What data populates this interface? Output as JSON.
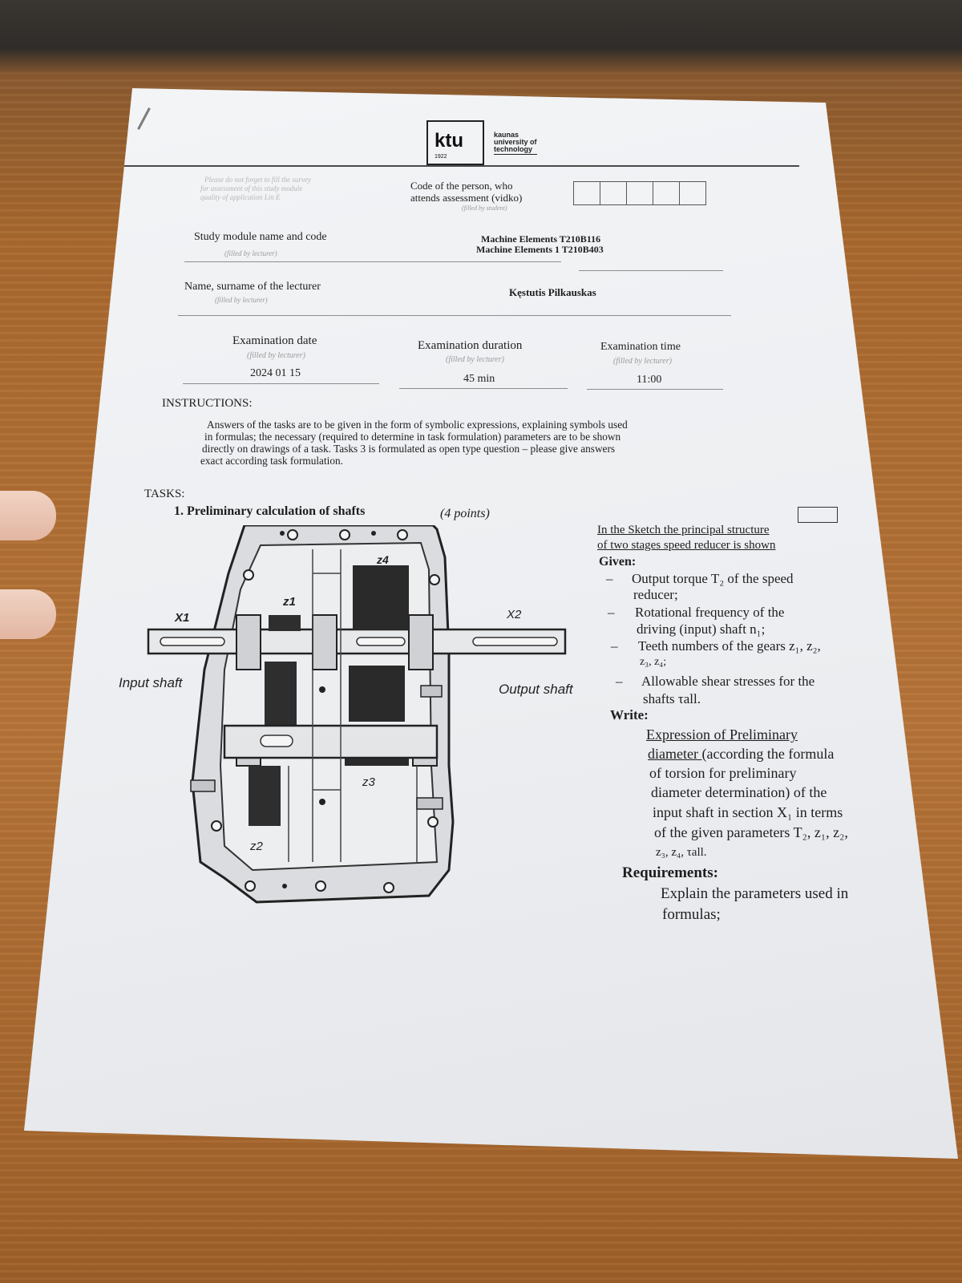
{
  "header": {
    "logo_mark": "ktu",
    "logo_year": "1922",
    "logo_name_1": "kaunas",
    "logo_name_2": "university of",
    "logo_name_3": "technology",
    "survey_note_1": "Please do not forget to fill the survey",
    "survey_note_2": "for assessment of this study module",
    "survey_note_3": "quality of application Lin E",
    "code_label_1": "Code of the person, who",
    "code_label_2": "attends assessment (vidko)",
    "code_hint": "(filled by student)"
  },
  "fields": {
    "module_label": "Study module name and code",
    "module_hint": "(filled by lecturer)",
    "module_value_1": "Machine Elements T210B116",
    "module_value_2": "Machine Elements 1 T210B403",
    "lecturer_label": "Name, surname of the lecturer",
    "lecturer_hint": "(filled by lecturer)",
    "lecturer_value": "Kęstutis Pilkauskas",
    "date_label": "Examination date",
    "date_hint": "(filled by lecturer)",
    "date_value": "2024 01 15",
    "duration_label": "Examination duration",
    "duration_hint": "(filled by lecturer)",
    "duration_value": "45 min",
    "time_label": "Examination time",
    "time_hint": "(filled by lecturer)",
    "time_value": "11:00"
  },
  "instructions": {
    "heading": "INSTRUCTIONS:",
    "line_1": "Answers of the tasks are to be given in the form of symbolic expressions, explaining symbols used",
    "line_2": "in formulas; the necessary (required to determine in task formulation) parameters are to be shown",
    "line_3": "directly on drawings of a task. Tasks 3 is formulated as open type question – please give answers",
    "line_4": "exact according task formulation."
  },
  "tasks": {
    "heading": "TASKS:",
    "task1_title": "1.  Preliminary calculation of shafts",
    "task1_points": "(4 points)"
  },
  "sketch": {
    "label_x1": "X1",
    "label_x2": "X2",
    "label_z1": "z1",
    "label_z2": "z2",
    "label_z3": "z3",
    "label_z4": "z4",
    "label_input": "Input shaft",
    "label_output": "Output shaft"
  },
  "task_text": {
    "intro_1": "In the Sketch the principal structure",
    "intro_2": "of two stages speed reducer is shown",
    "given": "Given:",
    "g1_a": "Output torque T₂ of the speed",
    "g1_b": "reducer;",
    "g2_a": "Rotational frequency of the",
    "g2_b": "driving (input) shaft n₁;",
    "g3_a": "Teeth numbers of the gears z₁, z₂,",
    "g3_b": "z₃, z₄;",
    "g4_a": "Allowable shear stresses for the",
    "g4_b": "shafts τall.",
    "dash": "–",
    "write": "Write:",
    "w1": "Expression of Preliminary",
    "w2": "diameter (according the formula",
    "w3": "of torsion for preliminary",
    "w4": "diameter determination) of the",
    "w5": "input shaft in section X₁ in terms",
    "w6": "of the given parameters T₂, z₁, z₂,",
    "w7": "z₃, z₄, τall.",
    "req": "Requirements:",
    "r1": "Explain the parameters used in",
    "r2": "formulas;"
  }
}
